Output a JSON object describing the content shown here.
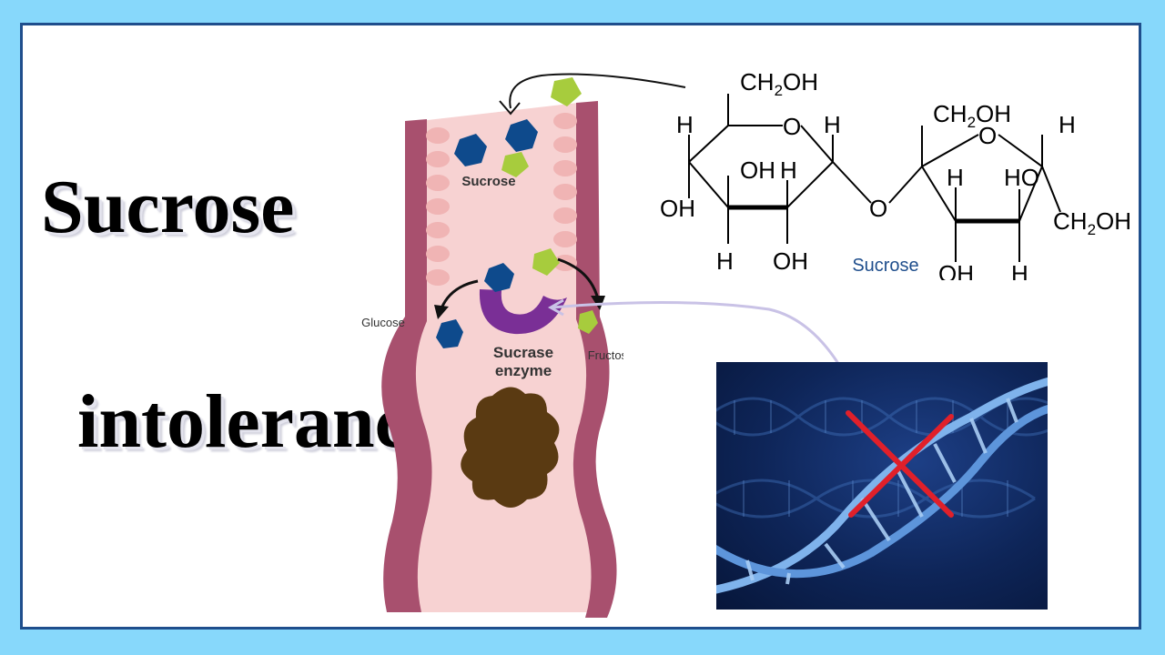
{
  "title": {
    "line1": "Sucrose",
    "line2": "intolerance"
  },
  "intestine_diagram": {
    "sucrose_label": "Sucrose",
    "glucose_label": "Glucose",
    "fructose_label": "Fructose",
    "enzyme_label_line1": "Sucrase",
    "enzyme_label_line2": "enzyme"
  },
  "structure": {
    "caption": "Sucrose",
    "atoms": {
      "ch2oh": "CH",
      "ch2oh_sub": "2",
      "ch2oh_tail": "OH",
      "h": "H",
      "o": "O",
      "oh": "OH",
      "ho": "HO"
    }
  },
  "dna_image": {
    "icon": "dna-double-helix-icon",
    "mark": "red-x-mark-icon"
  },
  "colors": {
    "background": "#87d8fb",
    "frame_border": "#1f4e8c",
    "intestine_wall": "#a8506e",
    "intestine_lumen": "#f7d2d2",
    "villi": "#f0b4b4",
    "glucose": "#0e4a8c",
    "fructose": "#a7cc3d",
    "enzyme": "#7a2f96",
    "stool": "#5a3a12",
    "x_mark": "#e0202a",
    "caption": "#1f4e8c"
  }
}
